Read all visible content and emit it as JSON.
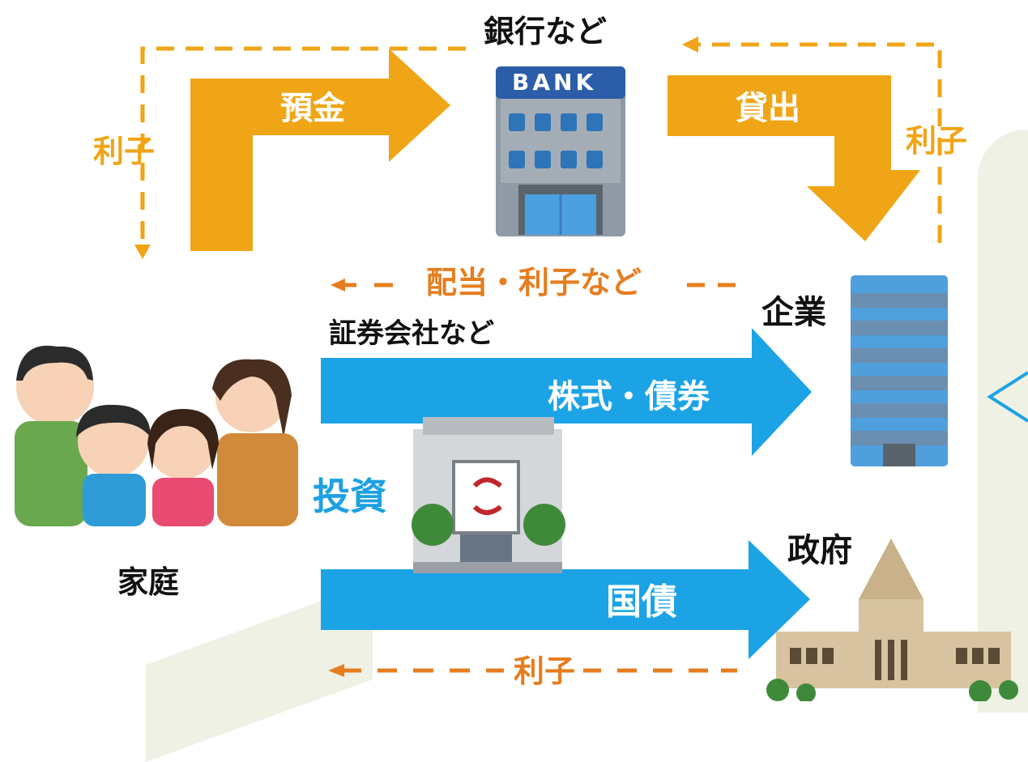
{
  "colors": {
    "loan_flow": "#f0a516",
    "return_flow": "#e57d1f",
    "investment_flow": "#1ba3e5",
    "panel_background": "#eef1e4"
  },
  "nodes": {
    "bank": "銀行など",
    "securities": "証券会社など",
    "company": "企業",
    "government": "政府",
    "household": "家庭"
  },
  "flows": {
    "deposit": "預金",
    "loan": "貸出",
    "interest_left": "利子",
    "interest_right": "利子",
    "dividend_interest": "配当・利子など",
    "stocks_bonds": "株式・債券",
    "investment": "投資",
    "govt_bonds": "国債",
    "interest_bottom": "利子"
  },
  "icons": {
    "bank_sign": "BANK"
  }
}
